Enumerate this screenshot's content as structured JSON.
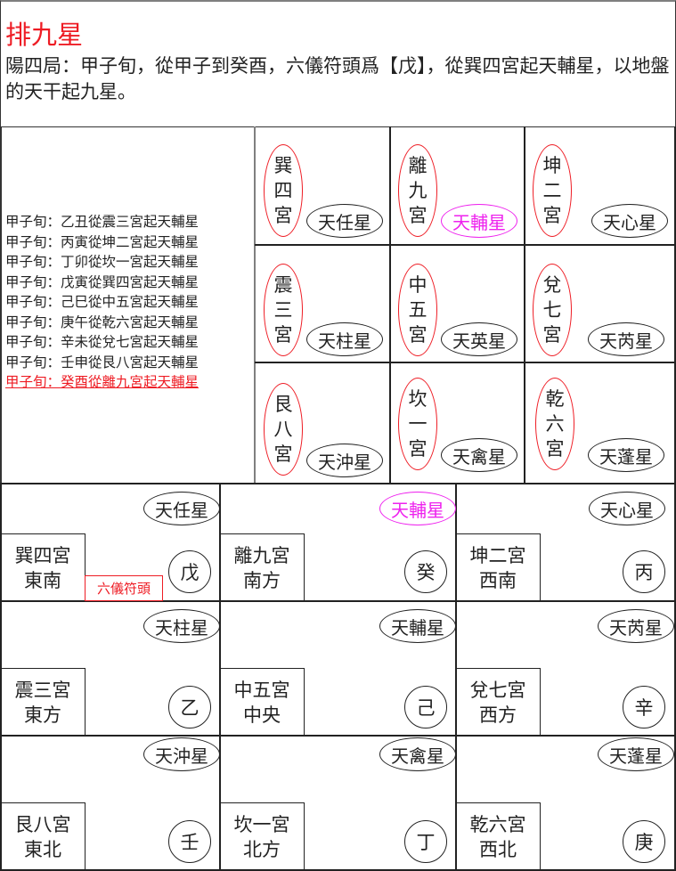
{
  "header": {
    "title": "排九星",
    "description": "陽四局：甲子旬，從甲子到癸酉，六儀符頭爲【戊】，從巽四宮起天輔星，以地盤的天干起九星。"
  },
  "rules": [
    {
      "text": "甲子旬：乙丑從震三宮起天輔星",
      "highlight": false
    },
    {
      "text": "甲子旬：丙寅從坤二宮起天輔星",
      "highlight": false
    },
    {
      "text": "甲子旬：丁卯從坎一宮起天輔星",
      "highlight": false
    },
    {
      "text": "甲子旬：戊寅從巽四宮起天輔星",
      "highlight": false
    },
    {
      "text": "甲子旬：己巳從中五宮起天輔星",
      "highlight": false
    },
    {
      "text": "甲子旬：庚午從乾六宮起天輔星",
      "highlight": false
    },
    {
      "text": "甲子旬：辛未從兌七宮起天輔星",
      "highlight": false
    },
    {
      "text": "甲子旬：壬申從艮八宮起天輔星",
      "highlight": false
    },
    {
      "text": "甲子旬：癸酉從離九宮起天輔星",
      "highlight": true
    }
  ],
  "colors": {
    "title": "#ee1c24",
    "palace_oval": "#ee1c24",
    "highlight_star": "#ee22ee",
    "highlight_rule": "#ee1c24",
    "line": "#222222"
  },
  "top_grid": [
    {
      "palace": [
        "巽",
        "四",
        "宮"
      ],
      "star": "天任星",
      "highlight": false
    },
    {
      "palace": [
        "離",
        "九",
        "宮"
      ],
      "star": "天輔星",
      "highlight": true
    },
    {
      "palace": [
        "坤",
        "二",
        "宮"
      ],
      "star": "天心星",
      "highlight": false
    },
    {
      "palace": [
        "震",
        "三",
        "宮"
      ],
      "star": "天柱星",
      "highlight": false
    },
    {
      "palace": [
        "中",
        "五",
        "宮"
      ],
      "star": "天英星",
      "highlight": false
    },
    {
      "palace": [
        "兌",
        "七",
        "宮"
      ],
      "star": "天芮星",
      "highlight": false
    },
    {
      "palace": [
        "艮",
        "八",
        "宮"
      ],
      "star": "天沖星",
      "highlight": false
    },
    {
      "palace": [
        "坎",
        "一",
        "宮"
      ],
      "star": "天禽星",
      "highlight": false
    },
    {
      "palace": [
        "乾",
        "六",
        "宮"
      ],
      "star": "天蓬星",
      "highlight": false
    }
  ],
  "bottom_grid": [
    {
      "star": "天任星",
      "highlight": false,
      "palace": "巽四宮",
      "direction": "東南",
      "stem": "戊",
      "tag": "六儀符頭"
    },
    {
      "star": "天輔星",
      "highlight": true,
      "palace": "離九宮",
      "direction": "南方",
      "stem": "癸"
    },
    {
      "star": "天心星",
      "highlight": false,
      "palace": "坤二宮",
      "direction": "西南",
      "stem": "丙"
    },
    {
      "star": "天柱星",
      "highlight": false,
      "palace": "震三宮",
      "direction": "東方",
      "stem": "乙"
    },
    {
      "star": "天輔星",
      "highlight": false,
      "palace": "中五宮",
      "direction": "中央",
      "stem": "己"
    },
    {
      "star": "天芮星",
      "highlight": false,
      "palace": "兌七宮",
      "direction": "西方",
      "stem": "辛"
    },
    {
      "star": "天沖星",
      "highlight": false,
      "palace": "艮八宮",
      "direction": "東北",
      "stem": "壬"
    },
    {
      "star": "天禽星",
      "highlight": false,
      "palace": "坎一宮",
      "direction": "北方",
      "stem": "丁"
    },
    {
      "star": "天蓬星",
      "highlight": false,
      "palace": "乾六宮",
      "direction": "西北",
      "stem": "庚"
    }
  ]
}
